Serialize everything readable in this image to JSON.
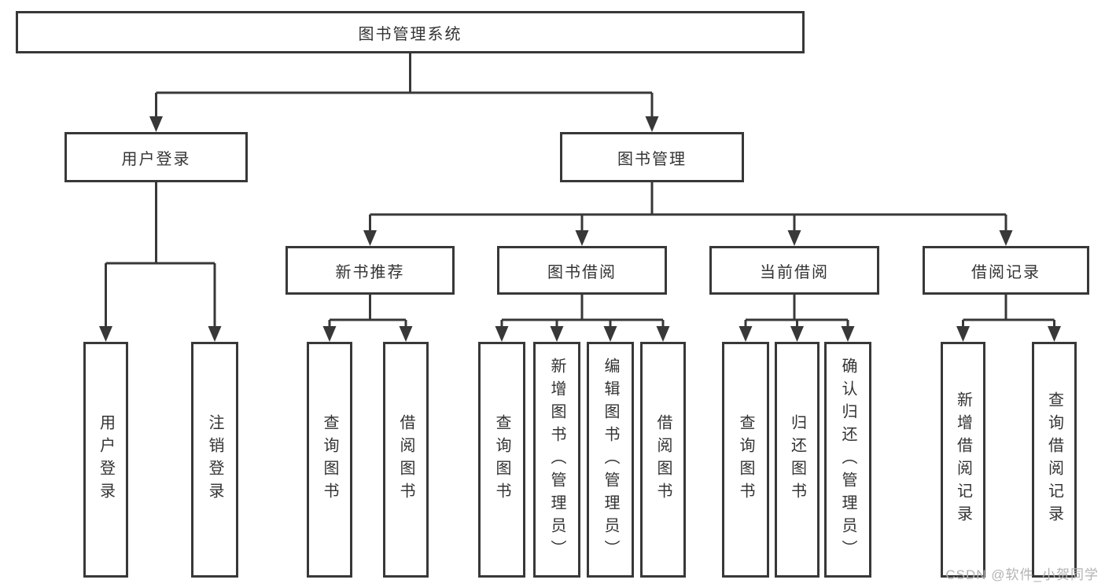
{
  "title": "图书管理系统",
  "nodes": {
    "user_login": {
      "label": "用户登录",
      "children": [
        "用户登录",
        "注销登录"
      ]
    },
    "book_mgmt": {
      "label": "图书管理",
      "children": [
        {
          "label": "新书推荐",
          "children": [
            "查询图书",
            "借阅图书"
          ]
        },
        {
          "label": "图书借阅",
          "children": [
            "查询图书",
            "新增图书（管理员）",
            "编辑图书（管理员）",
            "借阅图书"
          ]
        },
        {
          "label": "当前借阅",
          "children": [
            "查询图书",
            "归还图书",
            "确认归还（管理员）"
          ]
        },
        {
          "label": "借阅记录",
          "children": [
            "新增借阅记录",
            "查询借阅记录"
          ]
        }
      ]
    }
  },
  "watermark": "CSDN @软件_小贺同学",
  "colors": {
    "line": "#383838",
    "text": "#333333",
    "watermark": "#b3b3b3",
    "background": "#ffffff"
  }
}
